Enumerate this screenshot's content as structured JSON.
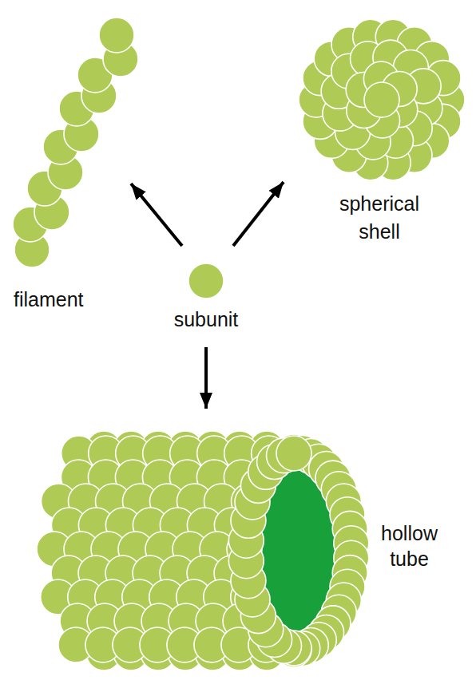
{
  "diagram": {
    "nodes": [
      {
        "text": [
          "filament"
        ]
      },
      {
        "text": [
          "spherical shell"
        ]
      },
      {
        "text": [
          "subunit"
        ]
      },
      {
        "text": [
          "hollow tube"
        ]
      }
    ],
    "edges": [
      {
        "from": 2,
        "to": 0,
        "arrow": "to"
      },
      {
        "from": 2,
        "to": 1,
        "arrow": "to"
      },
      {
        "from": 2,
        "to": 3,
        "arrow": "to"
      }
    ]
  }
}
